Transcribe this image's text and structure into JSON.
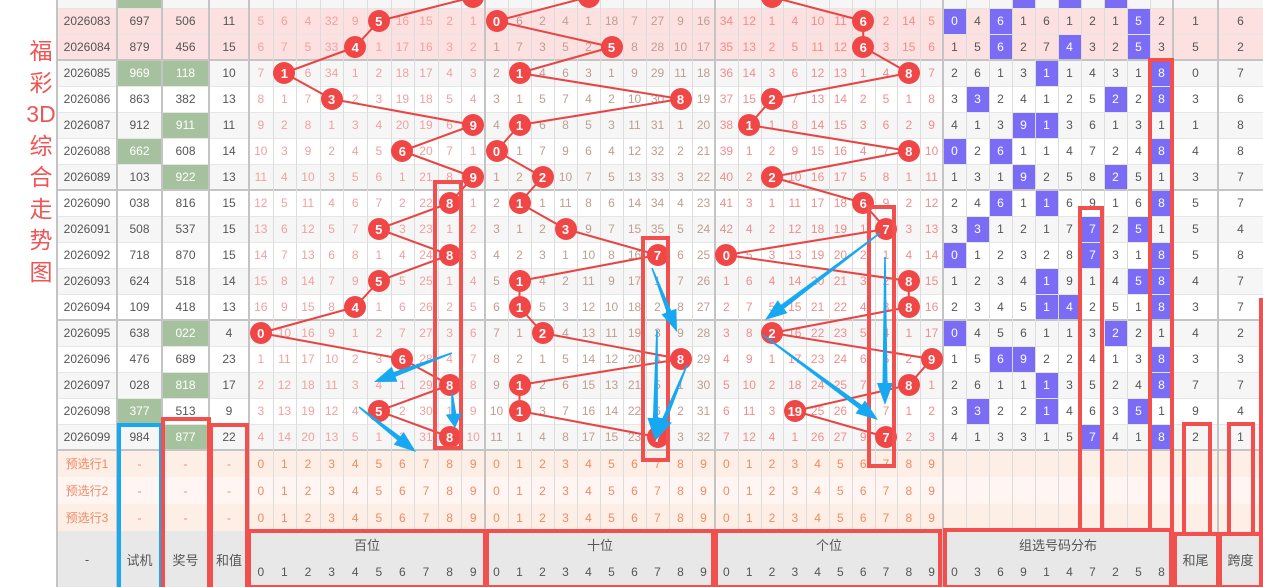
{
  "title": "福彩3D综合走势图",
  "rows": [
    {
      "period": "2026083",
      "test": "697",
      "prize": "506",
      "sum": "11",
      "highlight": true,
      "hundreds": [
        5,
        6,
        4,
        32,
        9,
        5,
        16,
        15,
        2,
        1
      ],
      "tens": [
        0,
        6,
        2,
        4,
        1,
        18,
        7,
        27,
        9,
        16
      ],
      "units": [
        34,
        12,
        1,
        4,
        10,
        11,
        6,
        2,
        14,
        5
      ],
      "dist": [
        0,
        4,
        6,
        1,
        6,
        1,
        2,
        1,
        5,
        2
      ],
      "tail": "1",
      "span": "6"
    },
    {
      "period": "2026084",
      "test": "879",
      "prize": "456",
      "sum": "15",
      "highlight": true,
      "hundreds": [
        6,
        7,
        5,
        33,
        4,
        1,
        17,
        16,
        3,
        2
      ],
      "tens": [
        1,
        7,
        3,
        5,
        2,
        5,
        8,
        28,
        10,
        17
      ],
      "units": [
        35,
        13,
        2,
        5,
        11,
        12,
        6,
        3,
        15,
        6
      ],
      "dist": [
        1,
        5,
        6,
        2,
        7,
        4,
        3,
        2,
        5,
        3
      ],
      "tail": "5",
      "span": "2"
    },
    {
      "period": "2026085",
      "test": "969",
      "prize": "118",
      "sum": "10",
      "hundreds": [
        7,
        1,
        6,
        34,
        1,
        2,
        18,
        17,
        4,
        3
      ],
      "tens": [
        2,
        1,
        4,
        6,
        3,
        1,
        9,
        29,
        11,
        18
      ],
      "units": [
        36,
        14,
        3,
        6,
        12,
        13,
        1,
        4,
        8,
        7
      ],
      "dist": [
        2,
        6,
        1,
        3,
        1,
        1,
        4,
        3,
        1,
        8
      ],
      "tail": "0",
      "span": "7"
    },
    {
      "period": "2026086",
      "test": "863",
      "prize": "382",
      "sum": "13",
      "hundreds": [
        8,
        1,
        7,
        3,
        2,
        3,
        19,
        18,
        5,
        4
      ],
      "tens": [
        3,
        1,
        5,
        7,
        4,
        2,
        10,
        30,
        8,
        19
      ],
      "units": [
        37,
        15,
        2,
        7,
        13,
        14,
        2,
        5,
        1,
        8
      ],
      "dist": [
        3,
        3,
        2,
        4,
        1,
        2,
        5,
        2,
        2,
        8
      ],
      "tail": "3",
      "span": "6"
    },
    {
      "period": "2026087",
      "test": "912",
      "prize": "911",
      "sum": "11",
      "hundreds": [
        9,
        2,
        8,
        1,
        3,
        4,
        20,
        19,
        6,
        9
      ],
      "tens": [
        4,
        1,
        6,
        8,
        5,
        3,
        11,
        31,
        1,
        20
      ],
      "units": [
        38,
        1,
        1,
        8,
        14,
        15,
        3,
        6,
        2,
        9
      ],
      "dist": [
        4,
        1,
        3,
        9,
        1,
        3,
        6,
        1,
        3,
        1
      ],
      "tail": "1",
      "span": "8"
    },
    {
      "period": "2026088",
      "test": "662",
      "prize": "608",
      "sum": "14",
      "hundreds": [
        10,
        3,
        9,
        2,
        4,
        5,
        6,
        20,
        7,
        1
      ],
      "tens": [
        0,
        1,
        7,
        9,
        6,
        4,
        12,
        32,
        2,
        21
      ],
      "units": [
        39,
        1,
        2,
        9,
        15,
        16,
        4,
        7,
        8,
        10
      ],
      "dist": [
        0,
        2,
        6,
        1,
        1,
        4,
        7,
        2,
        4,
        8
      ],
      "tail": "4",
      "span": "8"
    },
    {
      "period": "2026089",
      "test": "103",
      "prize": "922",
      "sum": "13",
      "hundreds": [
        11,
        4,
        10,
        3,
        5,
        6,
        1,
        21,
        8,
        9
      ],
      "tens": [
        1,
        2,
        2,
        10,
        7,
        5,
        13,
        33,
        3,
        22
      ],
      "units": [
        40,
        2,
        2,
        10,
        16,
        17,
        5,
        8,
        1,
        11
      ],
      "dist": [
        1,
        3,
        1,
        9,
        2,
        5,
        8,
        2,
        5,
        1
      ],
      "tail": "3",
      "span": "7"
    },
    {
      "period": "2026090",
      "test": "038",
      "prize": "816",
      "sum": "15",
      "hundreds": [
        12,
        5,
        11,
        4,
        6,
        7,
        2,
        22,
        8,
        1
      ],
      "tens": [
        2,
        1,
        1,
        11,
        8,
        6,
        14,
        34,
        4,
        23
      ],
      "units": [
        41,
        3,
        1,
        11,
        17,
        18,
        6,
        9,
        2,
        12
      ],
      "dist": [
        2,
        4,
        6,
        1,
        1,
        6,
        9,
        1,
        6,
        8
      ],
      "tail": "5",
      "span": "7"
    },
    {
      "period": "2026091",
      "test": "508",
      "prize": "537",
      "sum": "15",
      "hundreds": [
        13,
        6,
        12,
        5,
        7,
        5,
        3,
        23,
        1,
        2
      ],
      "tens": [
        3,
        1,
        2,
        3,
        9,
        7,
        15,
        35,
        5,
        24
      ],
      "units": [
        42,
        4,
        2,
        12,
        18,
        19,
        1,
        7,
        3,
        13
      ],
      "dist": [
        3,
        3,
        1,
        2,
        1,
        7,
        7,
        2,
        5,
        1
      ],
      "tail": "5",
      "span": "4"
    },
    {
      "period": "2026092",
      "test": "718",
      "prize": "870",
      "sum": "15",
      "hundreds": [
        14,
        7,
        13,
        6,
        8,
        1,
        4,
        24,
        8,
        3
      ],
      "tens": [
        4,
        2,
        3,
        1,
        10,
        8,
        16,
        7,
        6,
        25
      ],
      "units": [
        0,
        5,
        3,
        13,
        19,
        20,
        2,
        1,
        4,
        14
      ],
      "dist": [
        0,
        1,
        2,
        3,
        2,
        8,
        7,
        3,
        1,
        8
      ],
      "tail": "5",
      "span": "8"
    },
    {
      "period": "2026093",
      "test": "624",
      "prize": "518",
      "sum": "14",
      "hundreds": [
        15,
        8,
        14,
        7,
        9,
        5,
        5,
        25,
        1,
        4
      ],
      "tens": [
        5,
        1,
        4,
        2,
        11,
        9,
        17,
        1,
        7,
        26
      ],
      "units": [
        1,
        6,
        4,
        14,
        20,
        21,
        3,
        2,
        8,
        15
      ],
      "dist": [
        1,
        2,
        3,
        4,
        1,
        9,
        1,
        4,
        5,
        8
      ],
      "tail": "4",
      "span": "7"
    },
    {
      "period": "2026094",
      "test": "109",
      "prize": "418",
      "sum": "13",
      "hundreds": [
        16,
        9,
        15,
        8,
        4,
        1,
        6,
        26,
        2,
        5
      ],
      "tens": [
        6,
        1,
        5,
        3,
        12,
        10,
        18,
        2,
        8,
        27
      ],
      "units": [
        2,
        7,
        5,
        15,
        21,
        22,
        4,
        3,
        8,
        16
      ],
      "dist": [
        2,
        3,
        4,
        5,
        1,
        4,
        2,
        5,
        1,
        8
      ],
      "tail": "3",
      "span": "7"
    },
    {
      "period": "2026095",
      "test": "638",
      "prize": "022",
      "sum": "4",
      "hundreds": [
        0,
        10,
        16,
        9,
        1,
        2,
        7,
        27,
        3,
        6
      ],
      "tens": [
        7,
        1,
        2,
        4,
        13,
        11,
        19,
        3,
        9,
        28
      ],
      "units": [
        3,
        8,
        2,
        16,
        22,
        23,
        5,
        4,
        1,
        17
      ],
      "dist": [
        0,
        4,
        5,
        6,
        1,
        1,
        3,
        2,
        2,
        1
      ],
      "tail": "4",
      "span": "2"
    },
    {
      "period": "2026096",
      "test": "476",
      "prize": "689",
      "sum": "23",
      "hundreds": [
        1,
        11,
        17,
        10,
        2,
        3,
        6,
        28,
        4,
        7
      ],
      "tens": [
        8,
        2,
        1,
        5,
        14,
        12,
        20,
        4,
        8,
        29
      ],
      "units": [
        4,
        9,
        1,
        17,
        23,
        24,
        6,
        5,
        2,
        9
      ],
      "dist": [
        1,
        5,
        6,
        9,
        2,
        2,
        4,
        1,
        3,
        8
      ],
      "tail": "3",
      "span": "3"
    },
    {
      "period": "2026097",
      "test": "028",
      "prize": "818",
      "sum": "17",
      "hundreds": [
        2,
        12,
        18,
        11,
        3,
        4,
        1,
        29,
        8,
        8
      ],
      "tens": [
        9,
        1,
        2,
        6,
        15,
        13,
        21,
        5,
        1,
        30
      ],
      "units": [
        5,
        10,
        2,
        18,
        24,
        25,
        7,
        6,
        8,
        1
      ],
      "dist": [
        2,
        6,
        1,
        1,
        1,
        3,
        5,
        2,
        4,
        8
      ],
      "tail": "7",
      "span": "7"
    },
    {
      "period": "2026098",
      "test": "377",
      "prize": "513",
      "sum": "9",
      "hundreds": [
        3,
        13,
        19,
        12,
        4,
        5,
        2,
        30,
        1,
        9
      ],
      "tens": [
        10,
        1,
        3,
        7,
        16,
        14,
        22,
        6,
        2,
        31
      ],
      "units": [
        6,
        11,
        3,
        19,
        25,
        26,
        8,
        7,
        1,
        2
      ],
      "dist": [
        3,
        3,
        2,
        2,
        1,
        4,
        6,
        3,
        5,
        1
      ],
      "tail": "9",
      "span": "4"
    },
    {
      "period": "2026099",
      "test": "984",
      "prize": "877",
      "sum": "22",
      "hundreds": [
        4,
        14,
        20,
        13,
        5,
        1,
        3,
        31,
        8,
        10
      ],
      "tens": [
        11,
        1,
        4,
        8,
        17,
        15,
        23,
        7,
        3,
        32
      ],
      "units": [
        7,
        12,
        4,
        1,
        26,
        27,
        9,
        7,
        2,
        3
      ],
      "dist": [
        4,
        1,
        3,
        3,
        1,
        5,
        7,
        4,
        1,
        8
      ],
      "tail": "2",
      "span": "1"
    }
  ],
  "preselect": {
    "rows": [
      {
        "label": "预选行1",
        "test": "-",
        "prize": "-",
        "sum": "-"
      },
      {
        "label": "预选行2",
        "test": "-",
        "prize": "-",
        "sum": "-"
      },
      {
        "label": "预选行3",
        "test": "-",
        "prize": "-",
        "sum": "-"
      }
    ],
    "digits": [
      "0",
      "1",
      "2",
      "3",
      "4",
      "5",
      "6",
      "7",
      "8",
      "9"
    ]
  },
  "footer": {
    "period": "-",
    "test": "试机",
    "prize": "奖号",
    "sum": "和值",
    "hundreds": "百位",
    "tens": "十位",
    "units": "个位",
    "dist": "组选号码分布",
    "tail": "和尾",
    "span": "跨度",
    "digits": [
      "0",
      "1",
      "2",
      "3",
      "4",
      "5",
      "6",
      "7",
      "8",
      "9"
    ],
    "dist_digits": [
      "0",
      "3",
      "6",
      "9",
      "1",
      "4",
      "7",
      "2",
      "5",
      "8"
    ]
  },
  "colors": {
    "ball": "#f04646",
    "dist_hit": "#7b6cf6",
    "pair_cell": "#a6c19d",
    "highlight_row": "#fde0e0",
    "annotation_red": "#f24f4f",
    "annotation_blue": "#17a8f2"
  }
}
